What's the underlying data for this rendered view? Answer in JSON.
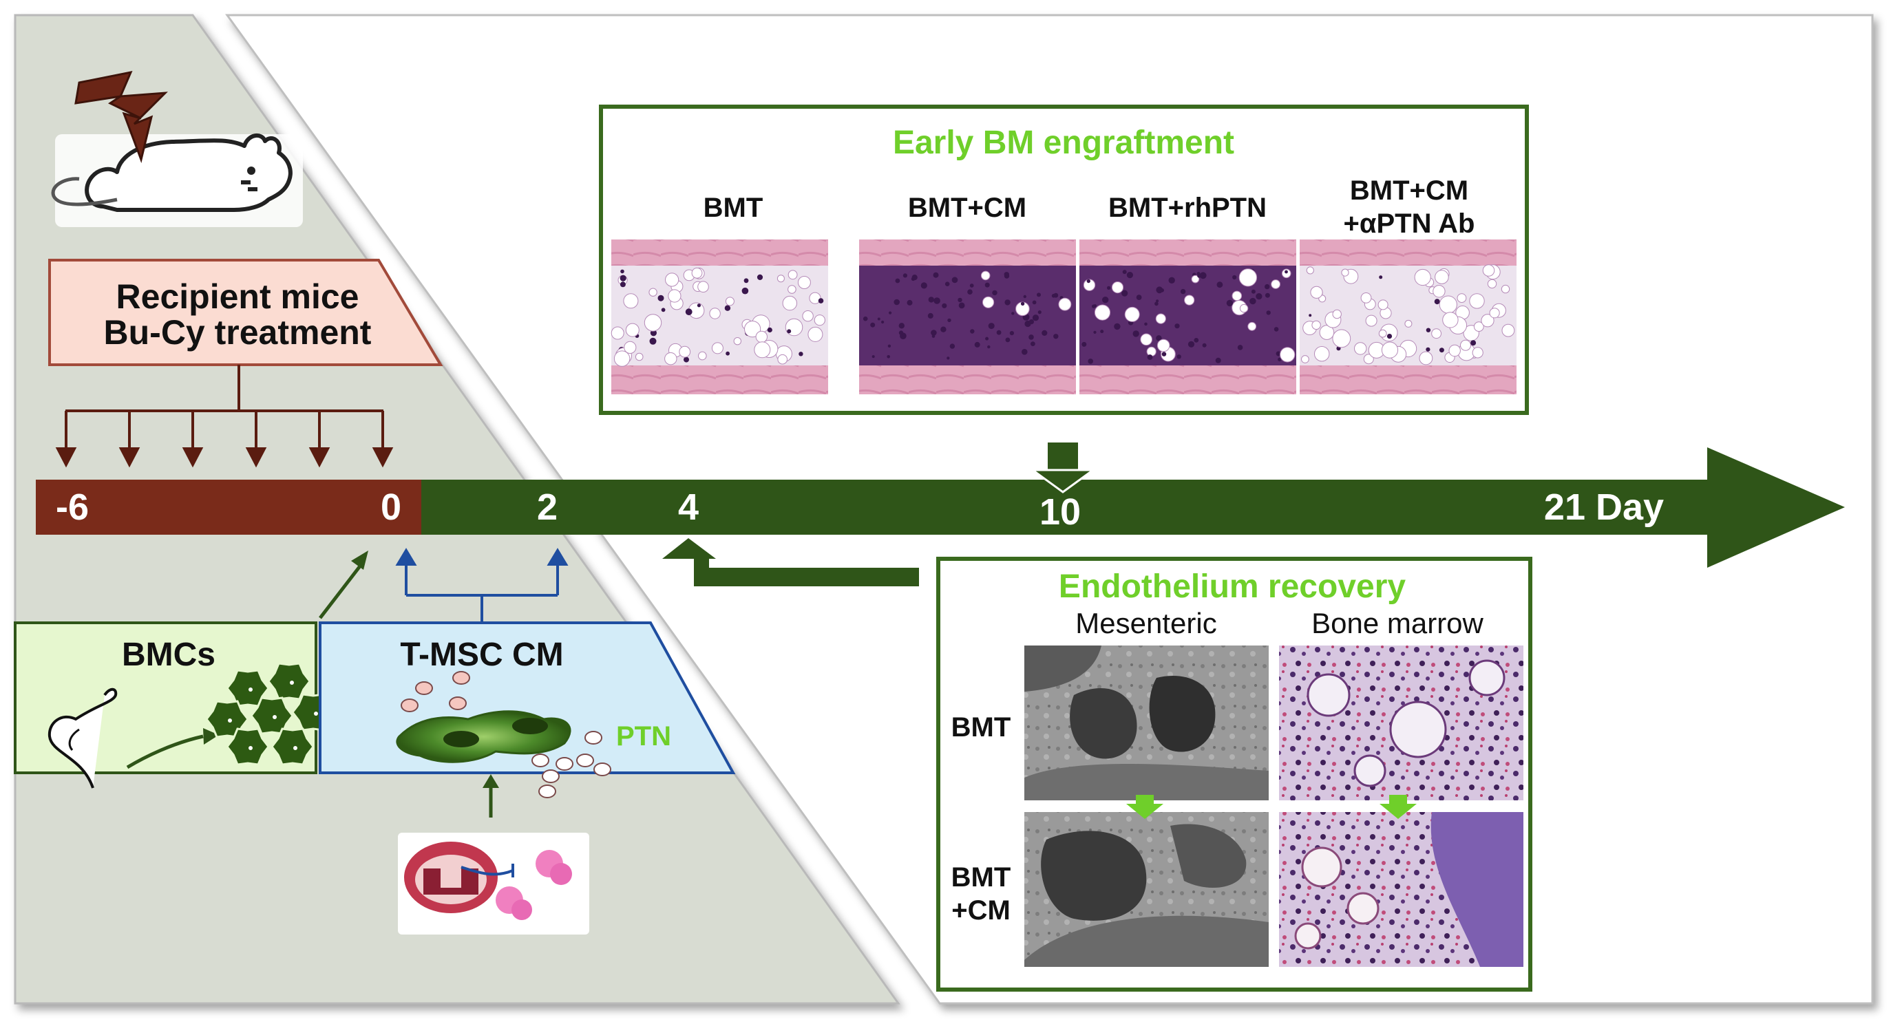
{
  "colors": {
    "panel_grey": "#d8dcd2",
    "timeline_brown": "#7a2b1a",
    "timeline_green": "#2f5518",
    "accent_green": "#6fcf2a",
    "box_border_green": "#3a6a1e",
    "recipient_fill": "#fbdcd2",
    "recipient_border": "#a24a3a",
    "bmc_fill": "#e6f7cf",
    "tmsc_fill": "#d3ecf8",
    "tmsc_border": "#1f4ea0",
    "cell_dark": "#2d5a12",
    "he_pink": "#e2a2c0",
    "he_purple": "#52295f"
  },
  "recipient": {
    "line1": "Recipient mice",
    "line2": "Bu-Cy treatment"
  },
  "timeline": {
    "ticks": [
      "-6",
      "0",
      "2",
      "4",
      "10",
      "21 Day"
    ]
  },
  "early_engraftment": {
    "title": "Early BM engraftment",
    "columns": [
      "BMT",
      "BMT+CM",
      "BMT+rhPTN"
    ],
    "col4_line1": "BMT+CM",
    "col4_line2": "+αPTN Ab",
    "marrow_density": [
      0.35,
      0.85,
      0.8,
      0.1
    ]
  },
  "endothelium": {
    "title": "Endothelium recovery",
    "col_headers": [
      "Mesenteric",
      "Bone marrow"
    ],
    "row1": "BMT",
    "row2_line1": "BMT",
    "row2_line2": "+CM"
  },
  "bmcs": {
    "label": "BMCs"
  },
  "tmsc": {
    "label": "T-MSC CM",
    "ptn": "PTN"
  },
  "icons": [
    "lightning-icon",
    "mouse-icon",
    "bone-icon",
    "tonsil-icon"
  ]
}
